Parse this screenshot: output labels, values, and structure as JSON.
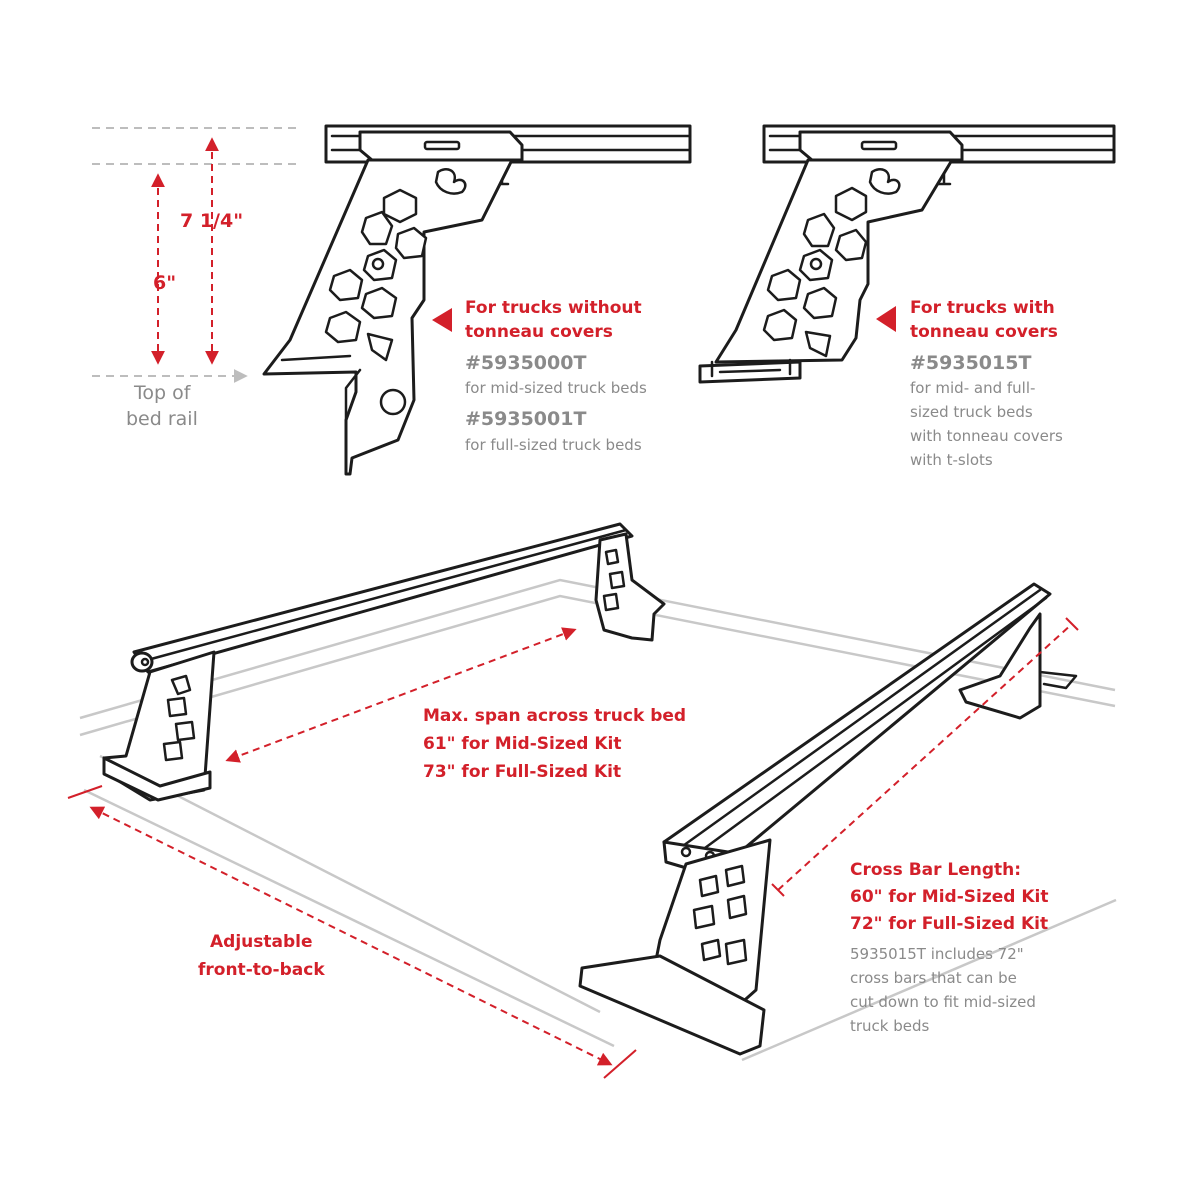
{
  "dimensions": {
    "overall_height": "7 1/4\"",
    "height_above_rail": "6\"",
    "top_of_bed_rail": [
      "Top of",
      "bed rail"
    ]
  },
  "left_tower": {
    "heading": [
      "For trucks without",
      "tonneau covers"
    ],
    "part_1": "#5935000T",
    "part_1_desc": "for mid-sized truck beds",
    "part_2": "#5935001T",
    "part_2_desc": "for full-sized truck beds"
  },
  "right_tower": {
    "heading": [
      "For trucks with",
      "tonneau covers"
    ],
    "part": "#5935015T",
    "desc": [
      "for mid- and full-",
      "sized truck beds",
      "with tonneau covers",
      "with t-slots"
    ]
  },
  "span": {
    "lines": [
      "Max. span across truck bed",
      "61\" for Mid-Sized Kit",
      "73\" for Full-Sized Kit"
    ]
  },
  "adjustable": {
    "lines": [
      "Adjustable",
      "front-to-back"
    ]
  },
  "crossbar": {
    "lines": [
      "Cross Bar Length:",
      "60\" for Mid-Sized Kit",
      "72\" for Full-Sized Kit"
    ],
    "note": [
      "5935015T includes 72\"",
      "cross bars that can be",
      "cut down to fit mid-sized",
      "truck beds"
    ]
  },
  "colors": {
    "accent": "#d3202a",
    "secondary_text": "#8a8a8a",
    "line_art": "#1c1c1c",
    "bed_outline": "#c8c8c8"
  }
}
